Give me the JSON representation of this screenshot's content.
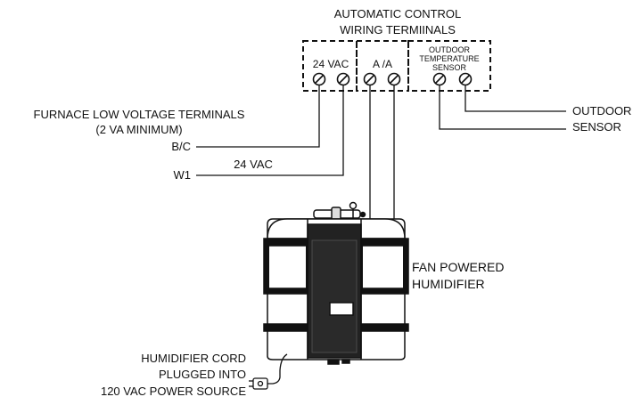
{
  "terminal_block": {
    "title_line1": "AUTOMATIC CONTROL",
    "title_line2": "WIRING TERMIINALS",
    "group_24vac": "24 VAC",
    "group_aa": "A /A",
    "group_outdoor_line1": "OUTDOOR",
    "group_outdoor_line2": "TEMPERATURE",
    "group_outdoor_line3": "SENSOR"
  },
  "furnace": {
    "title_line1": "FURNACE LOW VOLTAGE TERMINALS",
    "title_line2": "(2 VA MINIMUM)",
    "terminal_bc": "B/C",
    "terminal_w1": "W1",
    "wire_label": "24 VAC"
  },
  "outdoor_sensor": {
    "line1": "OUTDOOR",
    "line2": "SENSOR"
  },
  "humidifier": {
    "line1": "FAN POWERED",
    "line2": "HUMIDIFIER"
  },
  "cord": {
    "line1": "HUMIDIFIER CORD",
    "line2": "PLUGGED INTO",
    "line3": "120 VAC POWER SOURCE"
  }
}
